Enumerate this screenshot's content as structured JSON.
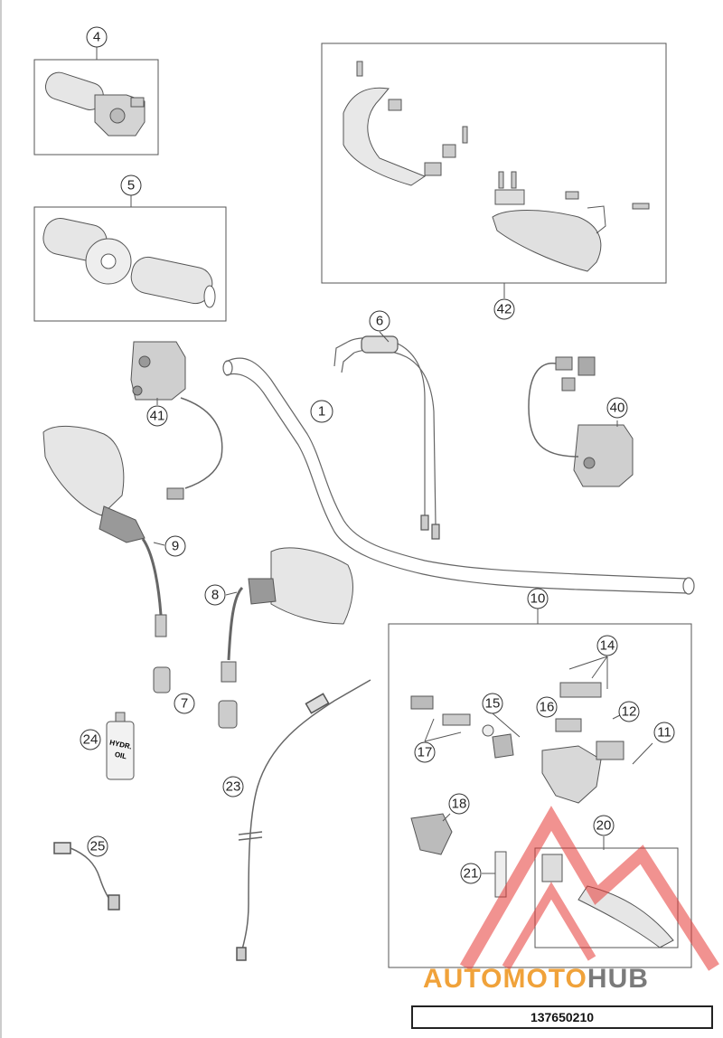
{
  "callouts": [
    {
      "id": "c1",
      "label": "1"
    },
    {
      "id": "c4",
      "label": "4"
    },
    {
      "id": "c5",
      "label": "5"
    },
    {
      "id": "c6",
      "label": "6"
    },
    {
      "id": "c7",
      "label": "7"
    },
    {
      "id": "c8",
      "label": "8"
    },
    {
      "id": "c9",
      "label": "9"
    },
    {
      "id": "c10",
      "label": "10"
    },
    {
      "id": "c11",
      "label": "11"
    },
    {
      "id": "c12",
      "label": "12"
    },
    {
      "id": "c14",
      "label": "14"
    },
    {
      "id": "c15",
      "label": "15"
    },
    {
      "id": "c16",
      "label": "16"
    },
    {
      "id": "c17",
      "label": "17"
    },
    {
      "id": "c18",
      "label": "18"
    },
    {
      "id": "c20",
      "label": "20"
    },
    {
      "id": "c21",
      "label": "21"
    },
    {
      "id": "c23",
      "label": "23"
    },
    {
      "id": "c24",
      "label": "24"
    },
    {
      "id": "c25",
      "label": "25"
    },
    {
      "id": "c40",
      "label": "40"
    },
    {
      "id": "c41",
      "label": "41"
    },
    {
      "id": "c42",
      "label": "42"
    }
  ],
  "bottle_label": {
    "line1": "HYDR.",
    "line2": "OIL"
  },
  "logo": {
    "part1": "AUTOMOTO",
    "part2": "HUB"
  },
  "part_code": "137650210",
  "colors": {
    "line": "#555555",
    "logo_orange": "#f0a23a",
    "logo_gray": "#7a7a7a",
    "watermark_red": "#e53935"
  }
}
